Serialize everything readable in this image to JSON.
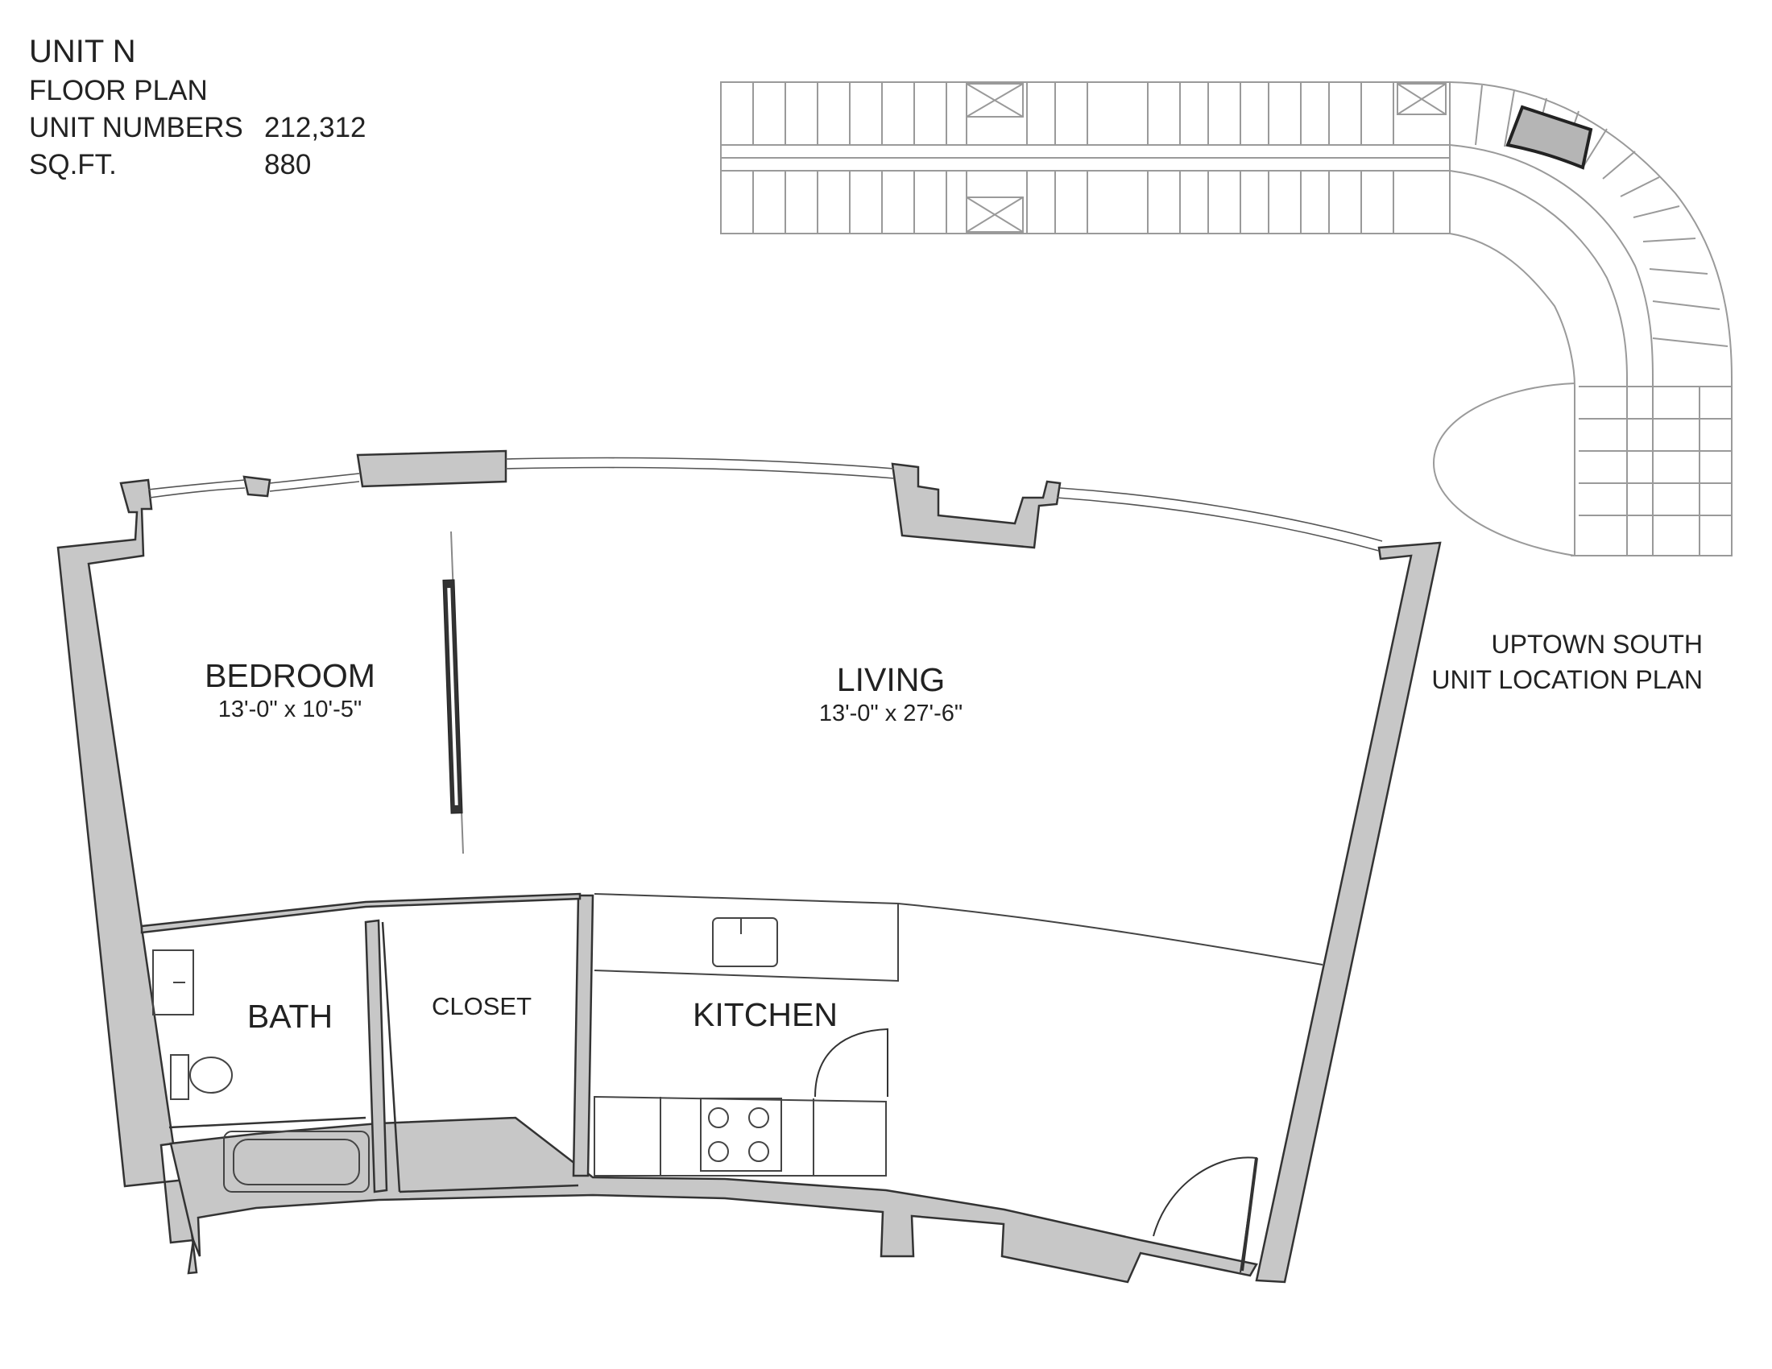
{
  "unit": {
    "title": "UNIT N",
    "subtitle": "FLOOR PLAN",
    "numbers_label": "UNIT NUMBERS",
    "numbers_value": "212,312",
    "sqft_label": "SQ.FT.",
    "sqft_value": "880"
  },
  "location": {
    "line1": "UPTOWN SOUTH",
    "line2": "UNIT LOCATION PLAN"
  },
  "rooms": {
    "bedroom": {
      "name": "BEDROOM",
      "dims": "13'-0\" x 10'-5\""
    },
    "living": {
      "name": "LIVING",
      "dims": "13'-0\" x 27'-6\""
    },
    "bath": {
      "name": "BATH"
    },
    "closet": {
      "name": "CLOSET"
    },
    "kitchen": {
      "name": "KITCHEN"
    }
  },
  "colors": {
    "wall_fill": "#c7c7c7",
    "line": "#333333",
    "keyplan_line": "#9a9a9a",
    "highlight_fill": "#b5b5b5"
  }
}
